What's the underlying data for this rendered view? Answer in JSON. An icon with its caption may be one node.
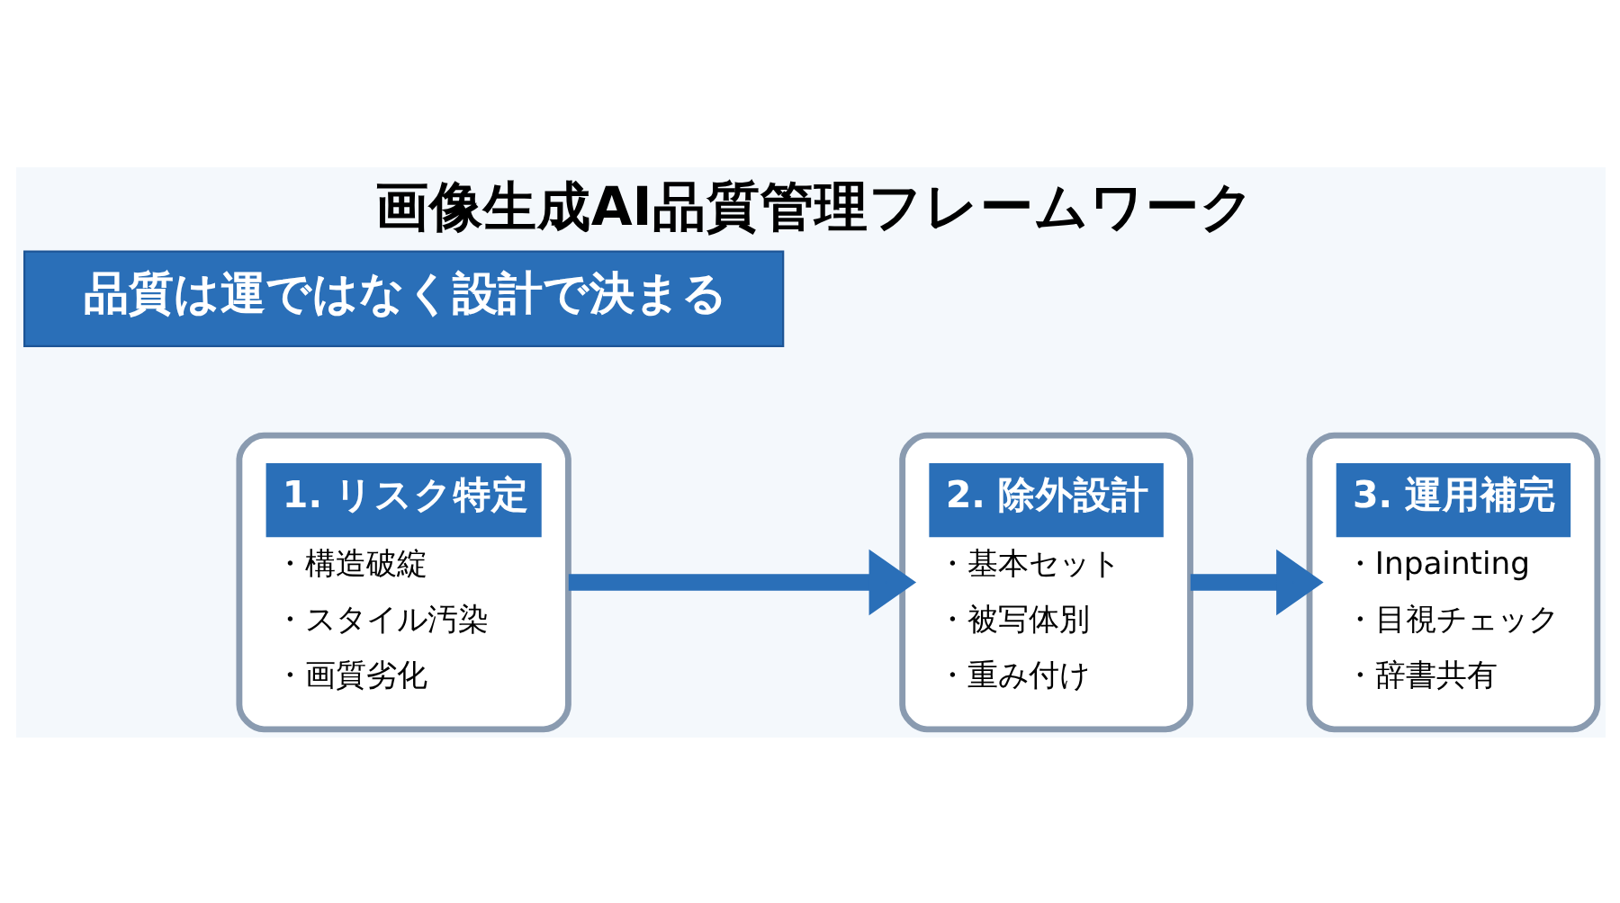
{
  "diagram": {
    "title": "画像生成AI品質管理フレームワーク",
    "nodes": [
      {
        "text": [
          "1. リスク特定",
          "・構造破綻",
          "・スタイル汚染",
          "・画質劣化"
        ]
      },
      {
        "text": [
          "2. 除外設計",
          "・基本セット",
          "・被写体別",
          "・重み付け"
        ]
      },
      {
        "text": [
          "3. 運用補完",
          "・Inpainting",
          "・目視チェック",
          "・辞書共有"
        ]
      },
      {
        "text": [
          "品質は運ではなく設計で決まる"
        ]
      }
    ],
    "edges": [
      {
        "from": 0,
        "to": 1,
        "arrow": "to"
      },
      {
        "from": 1,
        "to": 2,
        "arrow": "to"
      }
    ]
  }
}
